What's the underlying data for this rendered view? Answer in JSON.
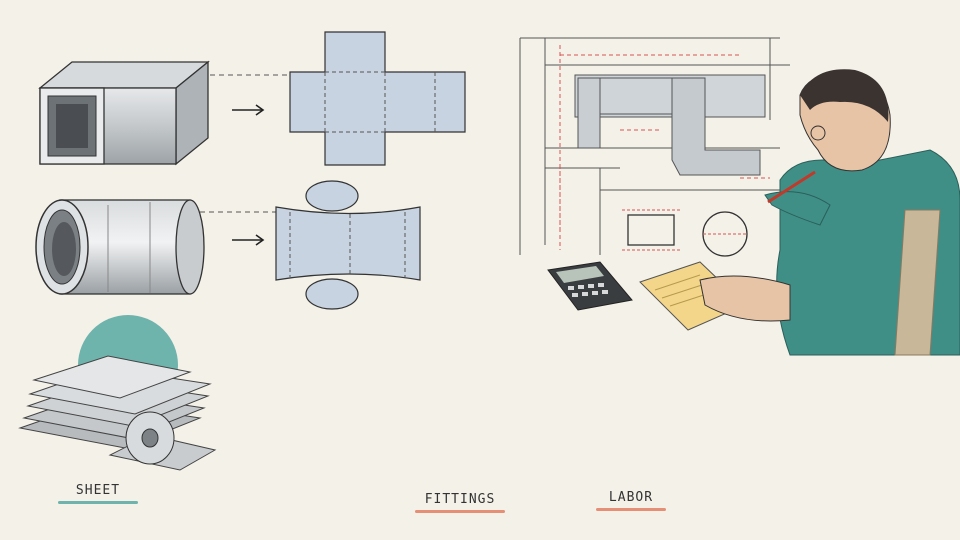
{
  "labels": {
    "sheet": "SHEET",
    "fittings": "FITTINGS",
    "labor": "LABOR"
  },
  "colors": {
    "background": "#f4f1e8",
    "teal": "#6fb3ad",
    "mustard": "#e8c25a",
    "coral": "#e58f77",
    "metal": "#c9ccce",
    "pattern_fill": "#c7d3e0",
    "redline": "#d9534f",
    "shirt": "#3f8f87",
    "lift": "#4f9b98"
  },
  "icons": [
    "arrow-right-icon",
    "calculator-icon",
    "notepad-icon",
    "pencil-icon"
  ]
}
